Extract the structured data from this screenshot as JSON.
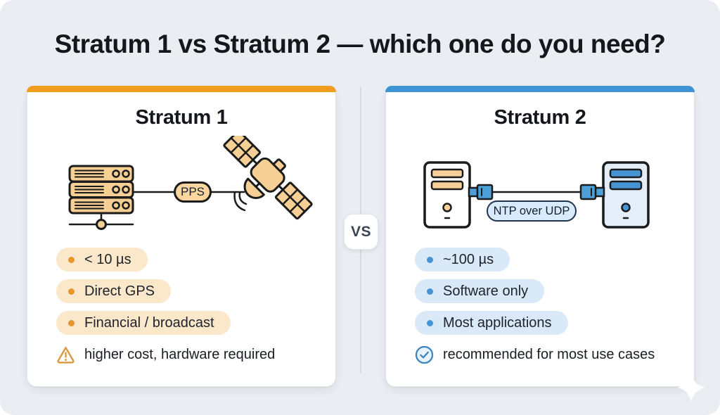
{
  "title": "Stratum 1 vs Stratum 2 — which one do you need?",
  "vs_label": "VS",
  "colors": {
    "background": "#eaedf2",
    "card_background": "#ffffff",
    "stratum1_accent": "#f09d20",
    "stratum1_pill_bg": "#fbe7c9",
    "stratum1_dot": "#e6952f",
    "stratum2_accent": "#3f94d6",
    "stratum2_pill_bg": "#d9e9f8",
    "stratum2_dot": "#4595d5",
    "warning_icon": "#d9993c",
    "check_icon": "#3d86c2",
    "illustration_tan": "#f6cf95",
    "illustration_blue": "#4d9fd8",
    "outline": "#1b1b1b"
  },
  "icons": {
    "stratum1_note": "warning-triangle-icon",
    "stratum2_note": "check-circle-icon",
    "stratum1_illustration": "server-rack-icon, satellite-icon",
    "stratum2_illustration": "computer-tower-icon, cable-icon",
    "decoration": "sparkle-icon"
  },
  "cards": [
    {
      "title": "Stratum 1",
      "connector_label": "PPS",
      "bullets": [
        "< 10 µs",
        "Direct GPS",
        "Financial / broadcast"
      ],
      "note": "higher cost, hardware required"
    },
    {
      "title": "Stratum 2",
      "connector_label": "NTP over UDP",
      "bullets": [
        "~100 µs",
        "Software only",
        "Most applications"
      ],
      "note": "recommended for most use cases"
    }
  ]
}
